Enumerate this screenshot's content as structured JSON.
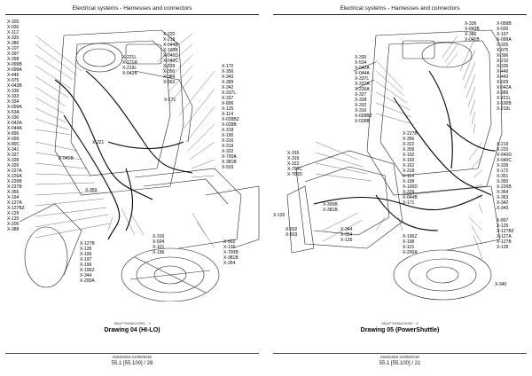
{
  "left": {
    "header": "Electrical systems - Harnesses and connectors",
    "caption": "Drawing 04 (HI-LO)",
    "mark": "4",
    "code_small": "ABUF7M45bOJ0ED",
    "doc_date": "51622253 21/08/2015",
    "page_number": "55.1 [55.100] / 28",
    "labels_left": [
      "X-320",
      "X-030",
      "X-112",
      "X-325",
      "X-386",
      "X-107",
      "X-397",
      "X-398",
      "X-099B",
      "X-099A",
      "X-446",
      "X-075",
      "X-043B",
      "X-336",
      "X-333",
      "X-334",
      "X-099A",
      "X-53A",
      "X-330",
      "X-042A",
      "X-044A",
      "X-896",
      "X-099",
      "X-89C",
      "X-341",
      "X-327",
      "X-328",
      "X-326",
      "X-227A",
      "X-226A",
      "X-226B",
      "X-227B",
      "X-355",
      "X-194",
      "X-127A",
      "X-127BZ",
      "X-129",
      "X-125",
      "X-200",
      "X-388"
    ],
    "labels_top_mid": [
      "X-221L",
      "X-121R",
      "X-219L",
      "X-042B"
    ],
    "labels_top_right_a": [
      "X-220",
      "X-219",
      "X-044B",
      "X-100B",
      "X-040D",
      "X-040C",
      "X-339",
      "X-350",
      "X-364",
      "X-363"
    ],
    "labels_right": [
      "X-172",
      "X-356",
      "X-343",
      "X-389",
      "X-342",
      "X-337L",
      "X-337",
      "X-806",
      "X-125",
      "X-114",
      "X-028BZ",
      "X-028B",
      "X-318",
      "X-190",
      "X-316",
      "X-319",
      "X-322",
      "X-700A",
      "X-381B",
      "X-503"
    ],
    "labels_mid": [
      "X-171",
      "X-221",
      "X-041B",
      "X-359"
    ],
    "labels_bottom_a": [
      "X-127B",
      "X-128",
      "X-199",
      "X-197",
      "X-196",
      "X-196Z",
      "X-344",
      "X-200A"
    ],
    "labels_bottom_b": [
      "X-316",
      "X-504",
      "X-115",
      "X-196"
    ],
    "labels_bottom_c": [
      "X-502",
      "X-126",
      "X-700B",
      "X-381B",
      "X-354"
    ]
  },
  "right": {
    "header": "Electrical systems - Harnesses and connectors",
    "caption": "Drawing 05 (PowerShuttle)",
    "mark": "5",
    "code_small": "ABUF7M45bOJ0EE",
    "doc_date": "51622253 21/08/2015",
    "page_number": "55.1 [55.100] / 21",
    "labels_top": [
      "X-336",
      "X-043B",
      "X-386",
      "X-041B"
    ],
    "labels_right_a": [
      "X-099B",
      "X-030",
      "X-107",
      "X-099A",
      "X-325",
      "X-075",
      "X-396",
      "X-210",
      "X-335",
      "X-446",
      "X-443",
      "X-029",
      "X-042A",
      "X-389",
      "X-221L",
      "X-100B",
      "X-219L"
    ],
    "labels_mid": [
      "X-330",
      "X-534",
      "X-042A",
      "X-044A",
      "X-337L",
      "X-227A",
      "X-226A",
      "X-327",
      "X-328",
      "X-332",
      "X-316",
      "X-028BZ",
      "X-028B"
    ],
    "labels_mid_b": [
      "X-227B",
      "X-356",
      "X-322",
      "X-309",
      "X-192",
      "X-193",
      "X-162",
      "X-318",
      "X-114",
      "X-199",
      "X-100D",
      "X-329",
      "X-044B",
      "X-171"
    ],
    "labels_left": [
      "X-155",
      "X-319",
      "X-322",
      "X-700C",
      "X-700D",
      "X-126"
    ],
    "labels_right_b": [
      "X-219",
      "X-220",
      "X-040D",
      "X-040C",
      "X-339",
      "X-172",
      "X-351",
      "X-350",
      "X-226B",
      "X-364",
      "X-363",
      "X-342",
      "X-343"
    ],
    "labels_right_c": [
      "X-897",
      "X-125",
      "X-127BZ",
      "X-127A",
      "X-127B",
      "X-128"
    ],
    "labels_bottom": [
      "X-502",
      "X-503",
      "X-344",
      "X-354",
      "X-126",
      "X-300B",
      "X-381B",
      "X-196Z",
      "X-198",
      "X-115",
      "X-200A",
      "X-340"
    ]
  }
}
